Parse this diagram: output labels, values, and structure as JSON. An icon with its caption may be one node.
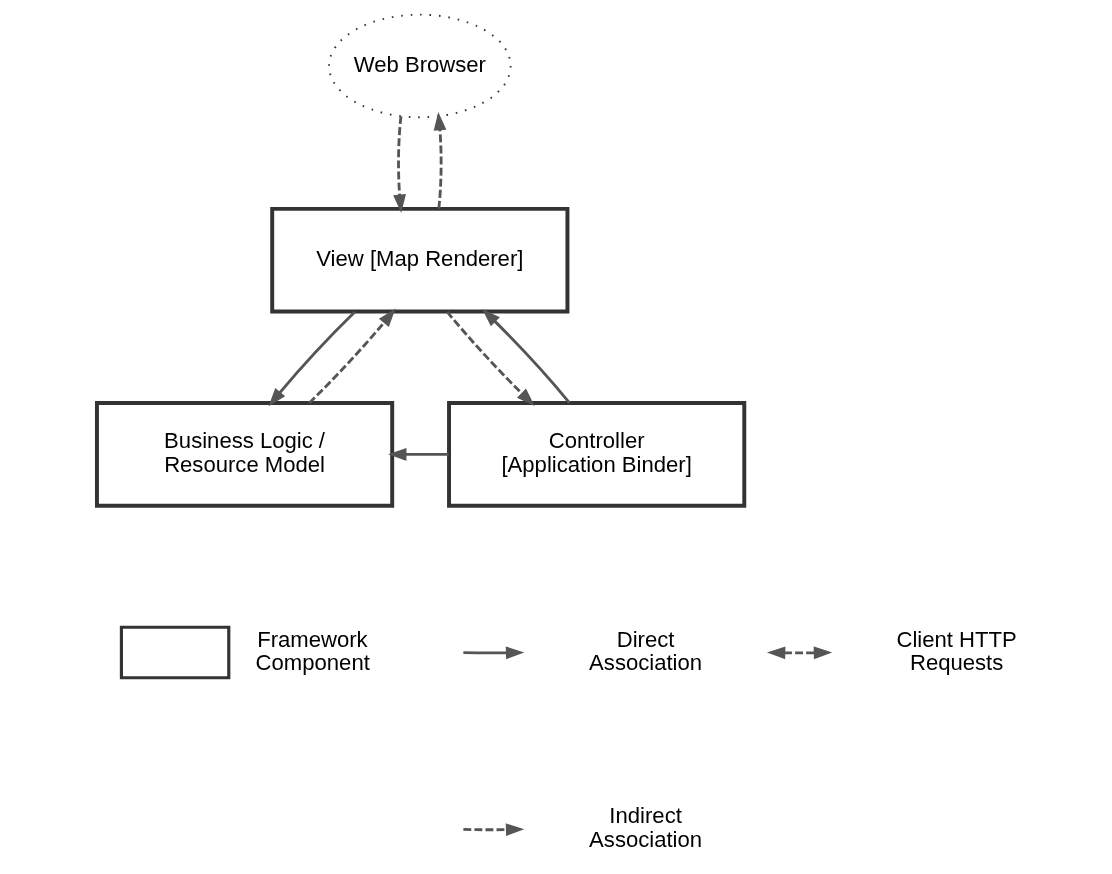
{
  "diagram": {
    "nodes": [
      {
        "text": [
          "Web Browser"
        ]
      },
      {
        "text": [
          "View [Map Renderer]"
        ]
      },
      {
        "text": [
          "Business Logic / Resource Model"
        ]
      },
      {
        "text": [
          "Controller [Application Binder]"
        ]
      }
    ],
    "edges": [
      {
        "from": 1,
        "to": 0,
        "arrow": "to",
        "style": "dashed"
      },
      {
        "from": 0,
        "to": 1,
        "arrow": "to",
        "style": "dashed"
      },
      {
        "from": 1,
        "to": 2,
        "arrow": "to"
      },
      {
        "from": 2,
        "to": 1,
        "arrow": "to",
        "style": "dashed"
      },
      {
        "from": 1,
        "to": 3,
        "arrow": "to",
        "style": "dashed"
      },
      {
        "from": 3,
        "to": 1,
        "arrow": "to"
      },
      {
        "from": 3,
        "to": 2,
        "arrow": "to"
      }
    ],
    "legend": [
      {
        "text": "Framework Component"
      },
      {
        "text": "Direct Association"
      },
      {
        "text": "Indirect Association"
      },
      {
        "text": "Client HTTP Requests"
      }
    ]
  }
}
